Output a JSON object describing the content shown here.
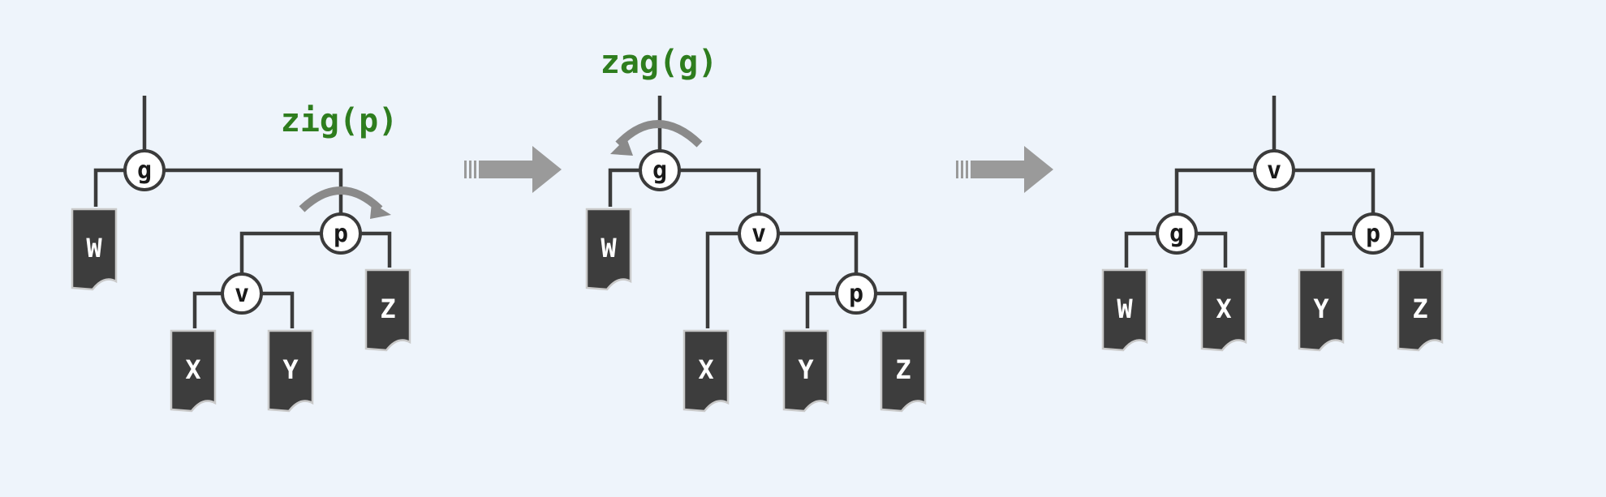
{
  "background": "#eef4fb",
  "colors": {
    "edge": "#3b3b3b",
    "leaf": "#3d3d3d",
    "leaf_text": "#ffffff",
    "node_fill": "#ffffff",
    "op_label": "#2e7d1e",
    "arrow": "#9a9a9a"
  },
  "panels": [
    {
      "op_label": "zig(p)",
      "nodes": {
        "g": "g",
        "p": "p",
        "v": "v"
      },
      "leaves": {
        "W": "W",
        "X": "X",
        "Y": "Y",
        "Z": "Z"
      }
    },
    {
      "op_label": "zag(g)",
      "nodes": {
        "g": "g",
        "v": "v",
        "p": "p"
      },
      "leaves": {
        "W": "W",
        "X": "X",
        "Y": "Y",
        "Z": "Z"
      }
    },
    {
      "nodes": {
        "v": "v",
        "g": "g",
        "p": "p"
      },
      "leaves": {
        "W": "W",
        "X": "X",
        "Y": "Y",
        "Z": "Z"
      }
    }
  ],
  "transition_arrows": [
    "arrow-1-to-2",
    "arrow-2-to-3"
  ]
}
